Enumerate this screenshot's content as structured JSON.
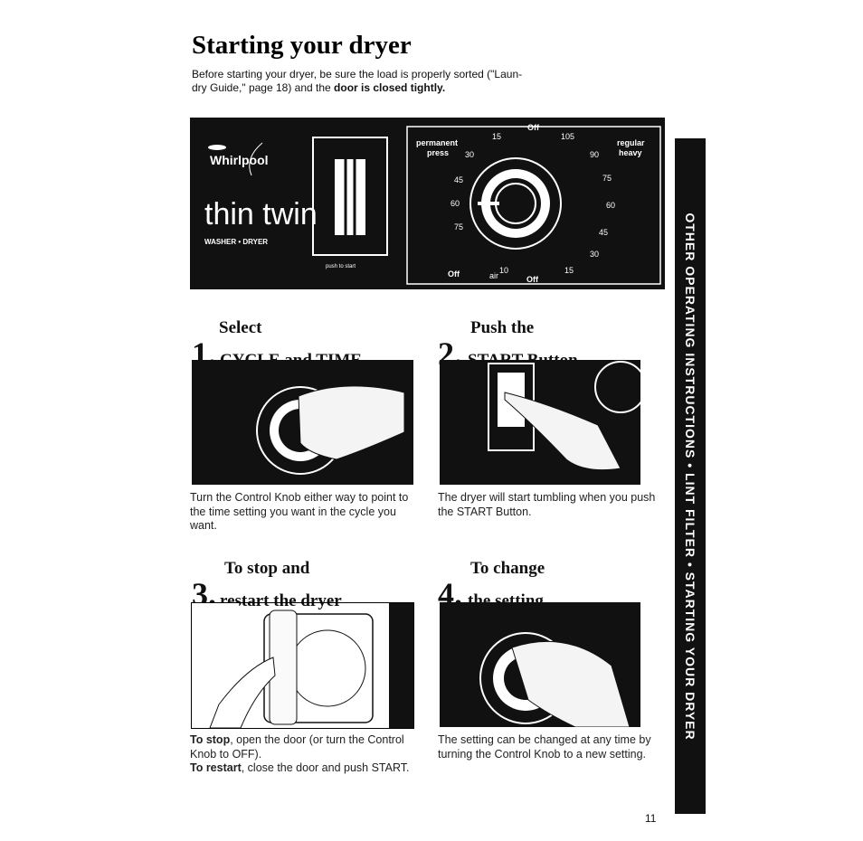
{
  "title": "Starting your dryer",
  "intro": {
    "line1": "Before starting your dryer, be sure the load is properly sorted (\"Laun-",
    "line2_pre": "dry Guide,\" page 18) and the ",
    "line2_bold": "door is closed tightly."
  },
  "panel": {
    "brand": "Whirlpool",
    "model": "thin twin",
    "subtitle": "WASHER • DRYER",
    "push_label": "push to start",
    "dial": {
      "left_label_1": "permanent",
      "left_label_2": "press",
      "right_label_1": "regular",
      "right_label_2": "heavy",
      "off_top": "Off",
      "off_left": "Off",
      "off_bottom": "Off",
      "air": "air",
      "ticks": [
        "15",
        "30",
        "45",
        "60",
        "75",
        "10",
        "105",
        "90",
        "75",
        "60",
        "45",
        "30",
        "15"
      ]
    }
  },
  "side_tab": "OTHER OPERATING INSTRUCTIONS • LINT FILTER • STARTING YOUR DRYER",
  "steps": [
    {
      "num": "1.",
      "head1": "Select",
      "head2": "CYCLE and TIME",
      "body": "Turn the Control Knob either way to point to the time setting you want in the cycle you want."
    },
    {
      "num": "2.",
      "head1": "Push the",
      "head2": "START Button",
      "body": "The dryer will start tumbling when you push the START Button."
    },
    {
      "num": "3.",
      "head1": "To stop and",
      "head2": "restart the dryer",
      "body_b1": "To stop",
      "body_t1": ", open the door (or turn the Control Knob to OFF).",
      "body_b2": "To restart",
      "body_t2": ", close the door and push START."
    },
    {
      "num": "4.",
      "head1": "To change",
      "head2": "the setting",
      "body": "The setting can be changed at any time by turning the Control Knob to a new setting."
    }
  ],
  "page_number": "11"
}
